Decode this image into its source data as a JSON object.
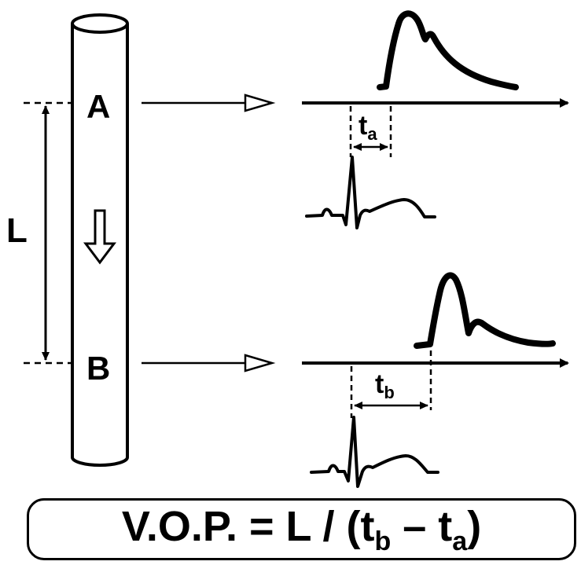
{
  "labels": {
    "point_a": "A",
    "point_b": "B",
    "length": "L",
    "time_a_main": "t",
    "time_a_sub": "a",
    "time_b_main": "t",
    "time_b_sub": "b"
  },
  "formula": {
    "prefix": "V.O.P. = L / (t",
    "sub1": "b",
    "middle": " – t",
    "sub2": "a",
    "suffix": ")"
  },
  "colors": {
    "ink": "#000000",
    "background": "#ffffff"
  }
}
